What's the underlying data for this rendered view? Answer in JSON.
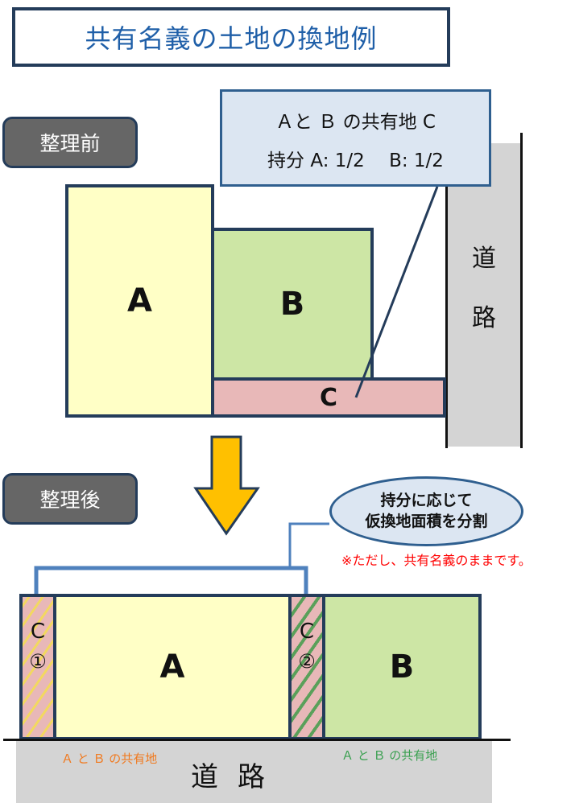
{
  "title": "共有名義の土地の換地例",
  "before": {
    "tag": "整理前",
    "callout_line1": "Ａと Ｂ の共有地 C",
    "callout_line2": "持分 A: 1/2　 B: 1/2",
    "lot_a": "A",
    "lot_b": "B",
    "lot_c": "C",
    "road_char1": "道",
    "road_char2": "路"
  },
  "after": {
    "tag": "整理後",
    "bubble_line1": "持分に応じて",
    "bubble_line2": "仮換地面積を分割",
    "note": "※ただし、共有名義のままです。",
    "c1_letter": "C",
    "c1_num": "①",
    "c2_letter": "C",
    "c2_num": "②",
    "lot_a": "A",
    "lot_b": "B",
    "label_left": "Ａ と Ｂ の共有地",
    "label_right": "Ａ と Ｂ の共有地",
    "road": "道路"
  },
  "colors": {
    "arrow": "#ffc000",
    "arrow_border": "#243c5a",
    "label_left": "#f07a20",
    "label_right": "#3aa050",
    "note": "#ff0000"
  }
}
